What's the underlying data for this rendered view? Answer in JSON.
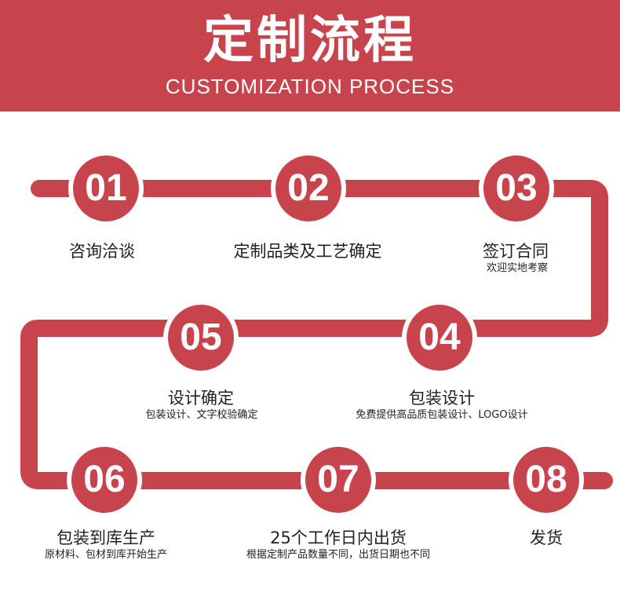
{
  "header": {
    "title": "定制流程",
    "subtitle": "CUSTOMIZATION PROCESS"
  },
  "colors": {
    "accent": "#c8444d",
    "text": "#222222"
  },
  "steps": [
    {
      "number": "01",
      "label": "咨询洽谈",
      "desc": ""
    },
    {
      "number": "02",
      "label": "定制品类及工艺确定",
      "desc": ""
    },
    {
      "number": "03",
      "label": "签订合同",
      "desc": "欢迎实地考察"
    },
    {
      "number": "04",
      "label": "包装设计",
      "desc": "免费提供高品质包装设计、LOGO设计"
    },
    {
      "number": "05",
      "label": "设计确定",
      "desc": "包装设计、文字校验确定"
    },
    {
      "number": "06",
      "label": "包装到库生产",
      "desc": "原材料、包材到库开始生产"
    },
    {
      "number": "07",
      "label": "25个工作日内出货",
      "desc": "根据定制产品数量不同，出货日期也不同"
    },
    {
      "number": "08",
      "label": "发货",
      "desc": ""
    }
  ]
}
